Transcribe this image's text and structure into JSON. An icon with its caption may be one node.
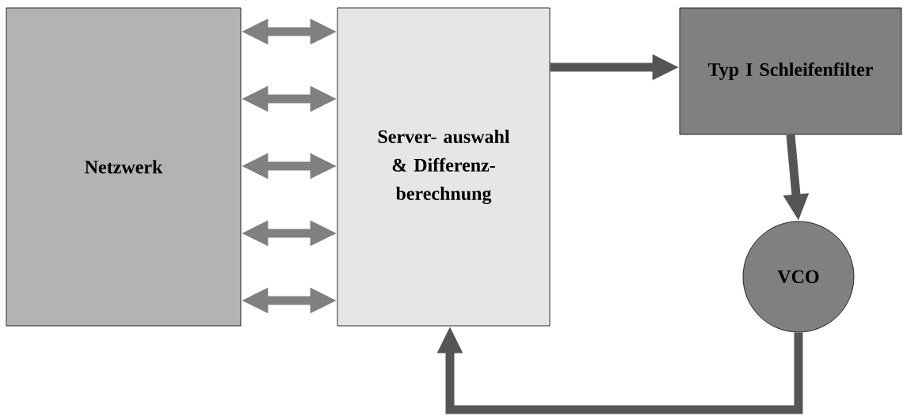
{
  "diagram": {
    "nodes": [
      {
        "text": [
          "Netzwerk"
        ]
      },
      {
        "text": [
          "Server- auswahl & Differenz- berechnung"
        ]
      },
      {
        "text": [
          "Typ I Schleifenfilter"
        ]
      },
      {
        "text": [
          "VCO"
        ]
      }
    ],
    "edges": [
      {
        "from": 0,
        "to": 1,
        "arrow": "both"
      },
      {
        "from": 0,
        "to": 1,
        "arrow": "both"
      },
      {
        "from": 0,
        "to": 1,
        "arrow": "both"
      },
      {
        "from": 0,
        "to": 1,
        "arrow": "both"
      },
      {
        "from": 0,
        "to": 1,
        "arrow": "both"
      },
      {
        "from": 1,
        "to": 2,
        "arrow": "to",
        "color": "#555555"
      },
      {
        "from": 2,
        "to": 3,
        "arrow": "to",
        "color": "#555555"
      },
      {
        "from": 3,
        "to": 1,
        "arrow": "to",
        "color": "#555555"
      }
    ]
  }
}
